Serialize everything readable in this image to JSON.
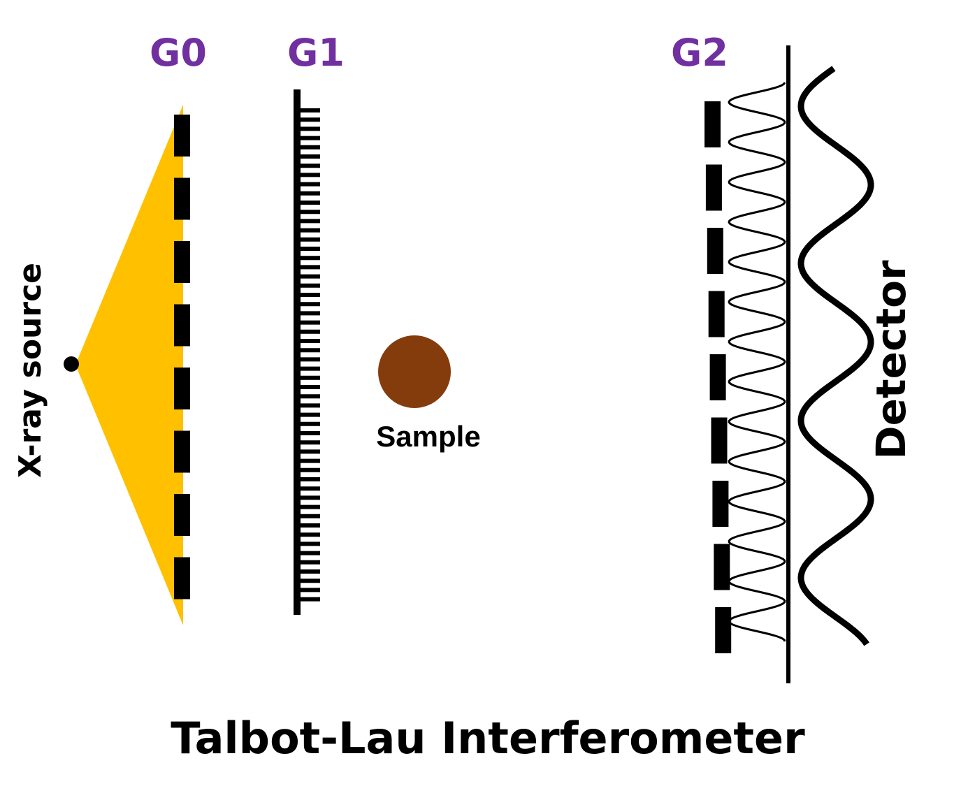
{
  "labels": {
    "g0": "G0",
    "g1": "G1",
    "g2": "G2",
    "source": "X-ray source",
    "sample": "Sample",
    "detector": "Detector",
    "title": "Talbot-Lau Interferometer"
  },
  "colors": {
    "grating_label": "#7030a0",
    "beam": "#ffc000",
    "sample": "#843c0c",
    "ink": "#000000"
  }
}
